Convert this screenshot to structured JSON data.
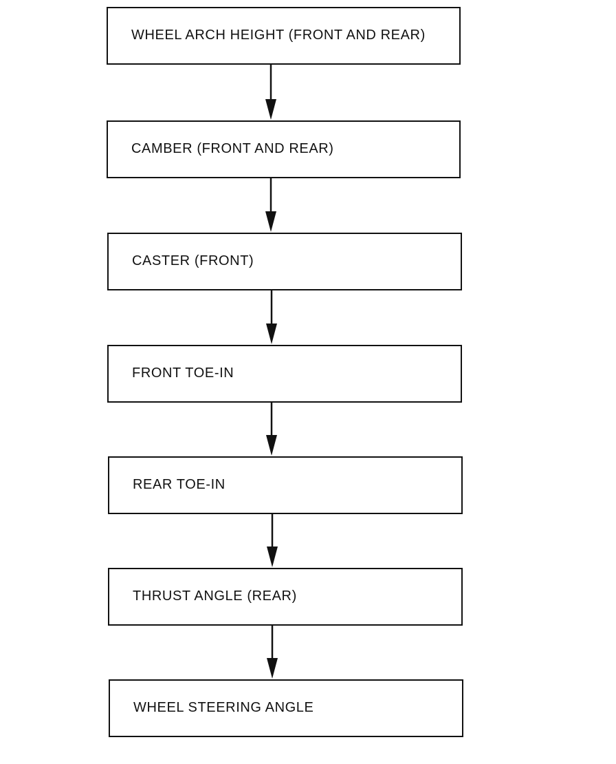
{
  "diagram": {
    "type": "vertical-flowchart",
    "steps": [
      {
        "label": "WHEEL ARCH HEIGHT (FRONT AND REAR)"
      },
      {
        "label": "CAMBER (FRONT AND REAR)"
      },
      {
        "label": "CASTER (FRONT)"
      },
      {
        "label": "FRONT TOE-IN"
      },
      {
        "label": "REAR TOE-IN"
      },
      {
        "label": "THRUST ANGLE (REAR)"
      },
      {
        "label": "WHEEL STEERING ANGLE"
      }
    ],
    "connections": [
      {
        "from": 0,
        "to": 1
      },
      {
        "from": 1,
        "to": 2
      },
      {
        "from": 2,
        "to": 3
      },
      {
        "from": 3,
        "to": 4
      },
      {
        "from": 4,
        "to": 5
      },
      {
        "from": 5,
        "to": 6
      }
    ],
    "colors": {
      "line": "#111111",
      "background": "#ffffff"
    }
  }
}
